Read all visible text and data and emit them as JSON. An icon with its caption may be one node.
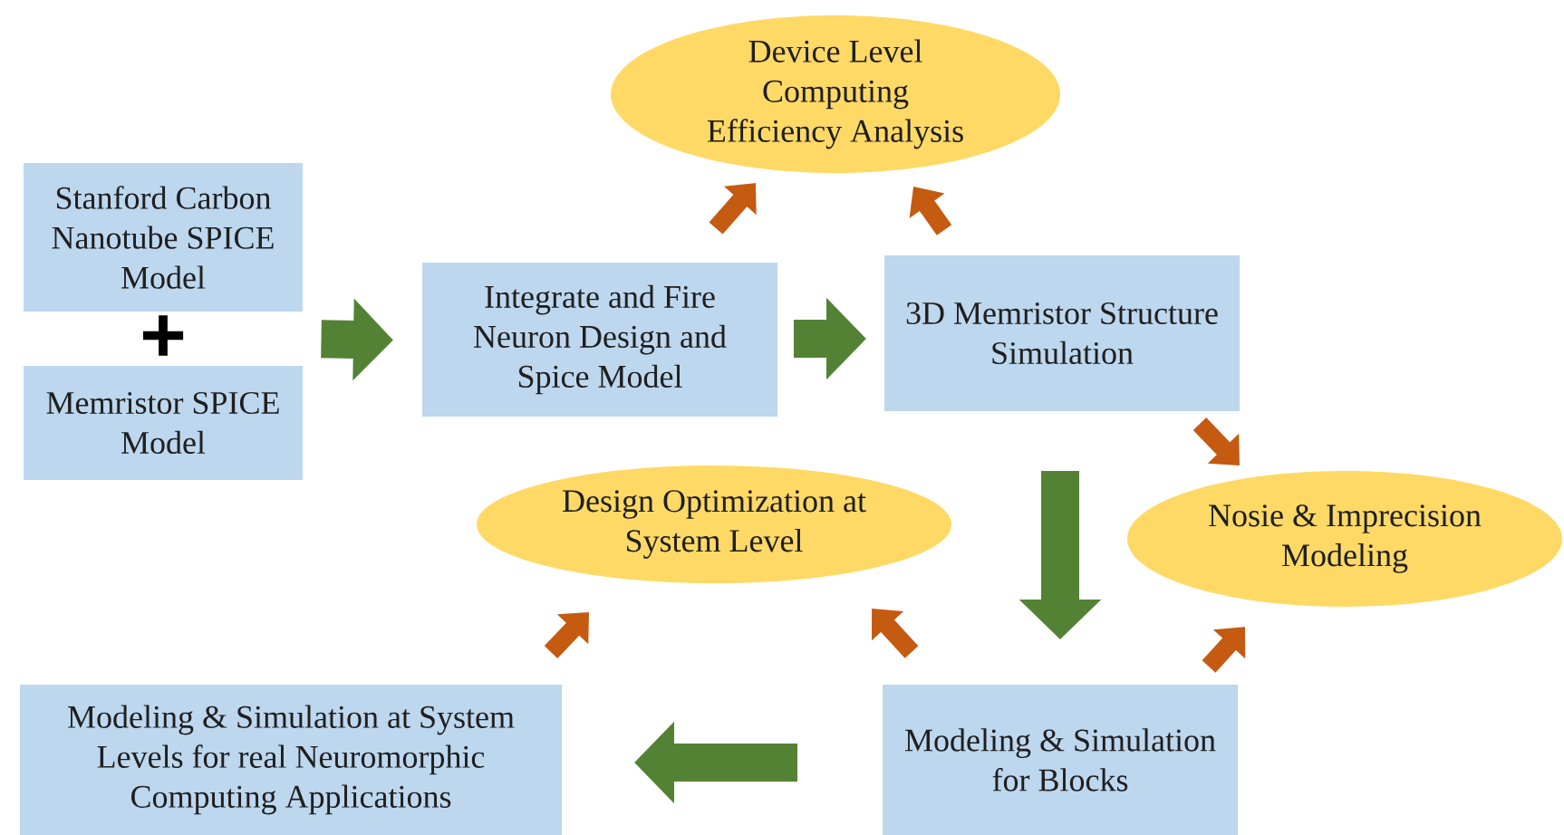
{
  "diagram": {
    "nodes": [
      {
        "text": [
          "Stanford Carbon Nanotube SPICE Model"
        ]
      },
      {
        "text": [
          "Memristor SPICE Model"
        ]
      },
      {
        "text": [
          "Integrate and Fire Neuron Design and Spice Model"
        ]
      },
      {
        "text": [
          "3D Memristor Structure Simulation"
        ]
      },
      {
        "text": [
          "Device Level Computing Efficiency Analysis"
        ]
      },
      {
        "text": [
          "Design Optimization at System Level"
        ]
      },
      {
        "text": [
          "Nosie & Imprecision Modeling"
        ]
      },
      {
        "text": [
          "Modeling & Simulation for Blocks"
        ]
      },
      {
        "text": [
          "Modeling & Simulation at System Levels for real Neuromorphic Computing Applications"
        ]
      }
    ],
    "edges": [
      {
        "from": 0,
        "to": 2,
        "arrow": "to",
        "style": "thick",
        "color": "#548235"
      },
      {
        "from": 1,
        "to": 2,
        "arrow": "to",
        "style": "thick",
        "color": "#548235"
      },
      {
        "from": 2,
        "to": 4,
        "arrow": "to"
      },
      {
        "from": 2,
        "to": 3,
        "arrow": "to",
        "style": "thick",
        "color": "#548235"
      },
      {
        "from": 3,
        "to": 4,
        "arrow": "to"
      },
      {
        "from": 3,
        "to": 6,
        "arrow": "to"
      },
      {
        "from": 3,
        "to": 7,
        "arrow": "to",
        "style": "thick",
        "color": "#548235"
      },
      {
        "from": 7,
        "to": 5,
        "arrow": "to"
      },
      {
        "from": 7,
        "to": 6,
        "arrow": "to"
      },
      {
        "from": 7,
        "to": 8,
        "arrow": "to",
        "style": "thick",
        "color": "#548235"
      },
      {
        "from": 8,
        "to": 5,
        "arrow": "to"
      }
    ],
    "labels": [
      "+"
    ]
  }
}
